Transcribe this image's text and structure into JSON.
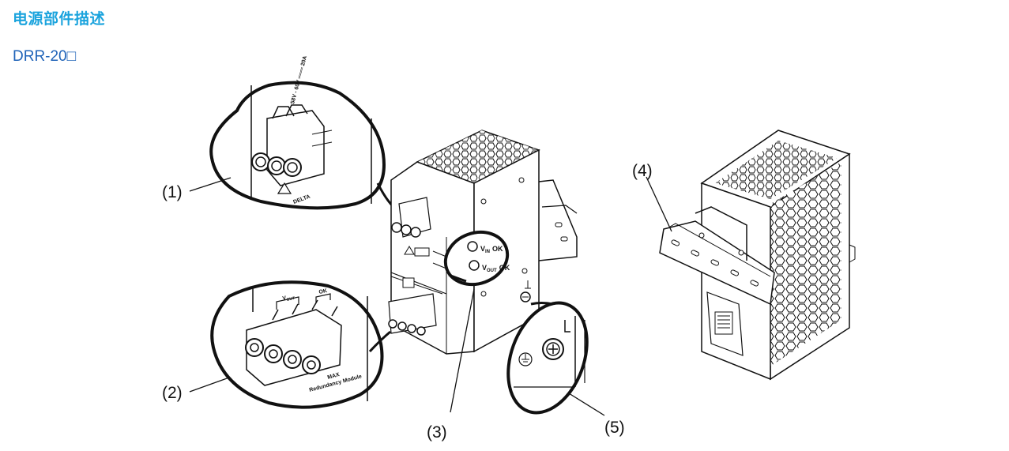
{
  "header": {
    "title": "电源部件描述",
    "model": "DRR-20□"
  },
  "figure": {
    "callouts": [
      "(1)",
      "(2)",
      "(3)",
      "(4)",
      "(5)"
    ],
    "zoom1_label": "58V - 60V ═══ 20A",
    "zoom1_brand": "DELTA",
    "zoom2_vout": "V",
    "zoom2_vout_sub": "OUT",
    "zoom2_ok": "OK",
    "zoom2_max": "MAX",
    "zoom2_module": "Redundancy Module",
    "zoom3_led1": "V",
    "zoom3_led1_sub": "IN",
    "zoom3_led1_ok": "OK",
    "zoom3_led2": "V",
    "zoom3_led2_sub": "OUT",
    "zoom3_led2_ok": "OK"
  },
  "colors": {
    "title": "#1aa3dd",
    "model": "#1f63b8",
    "line": "#111111"
  }
}
